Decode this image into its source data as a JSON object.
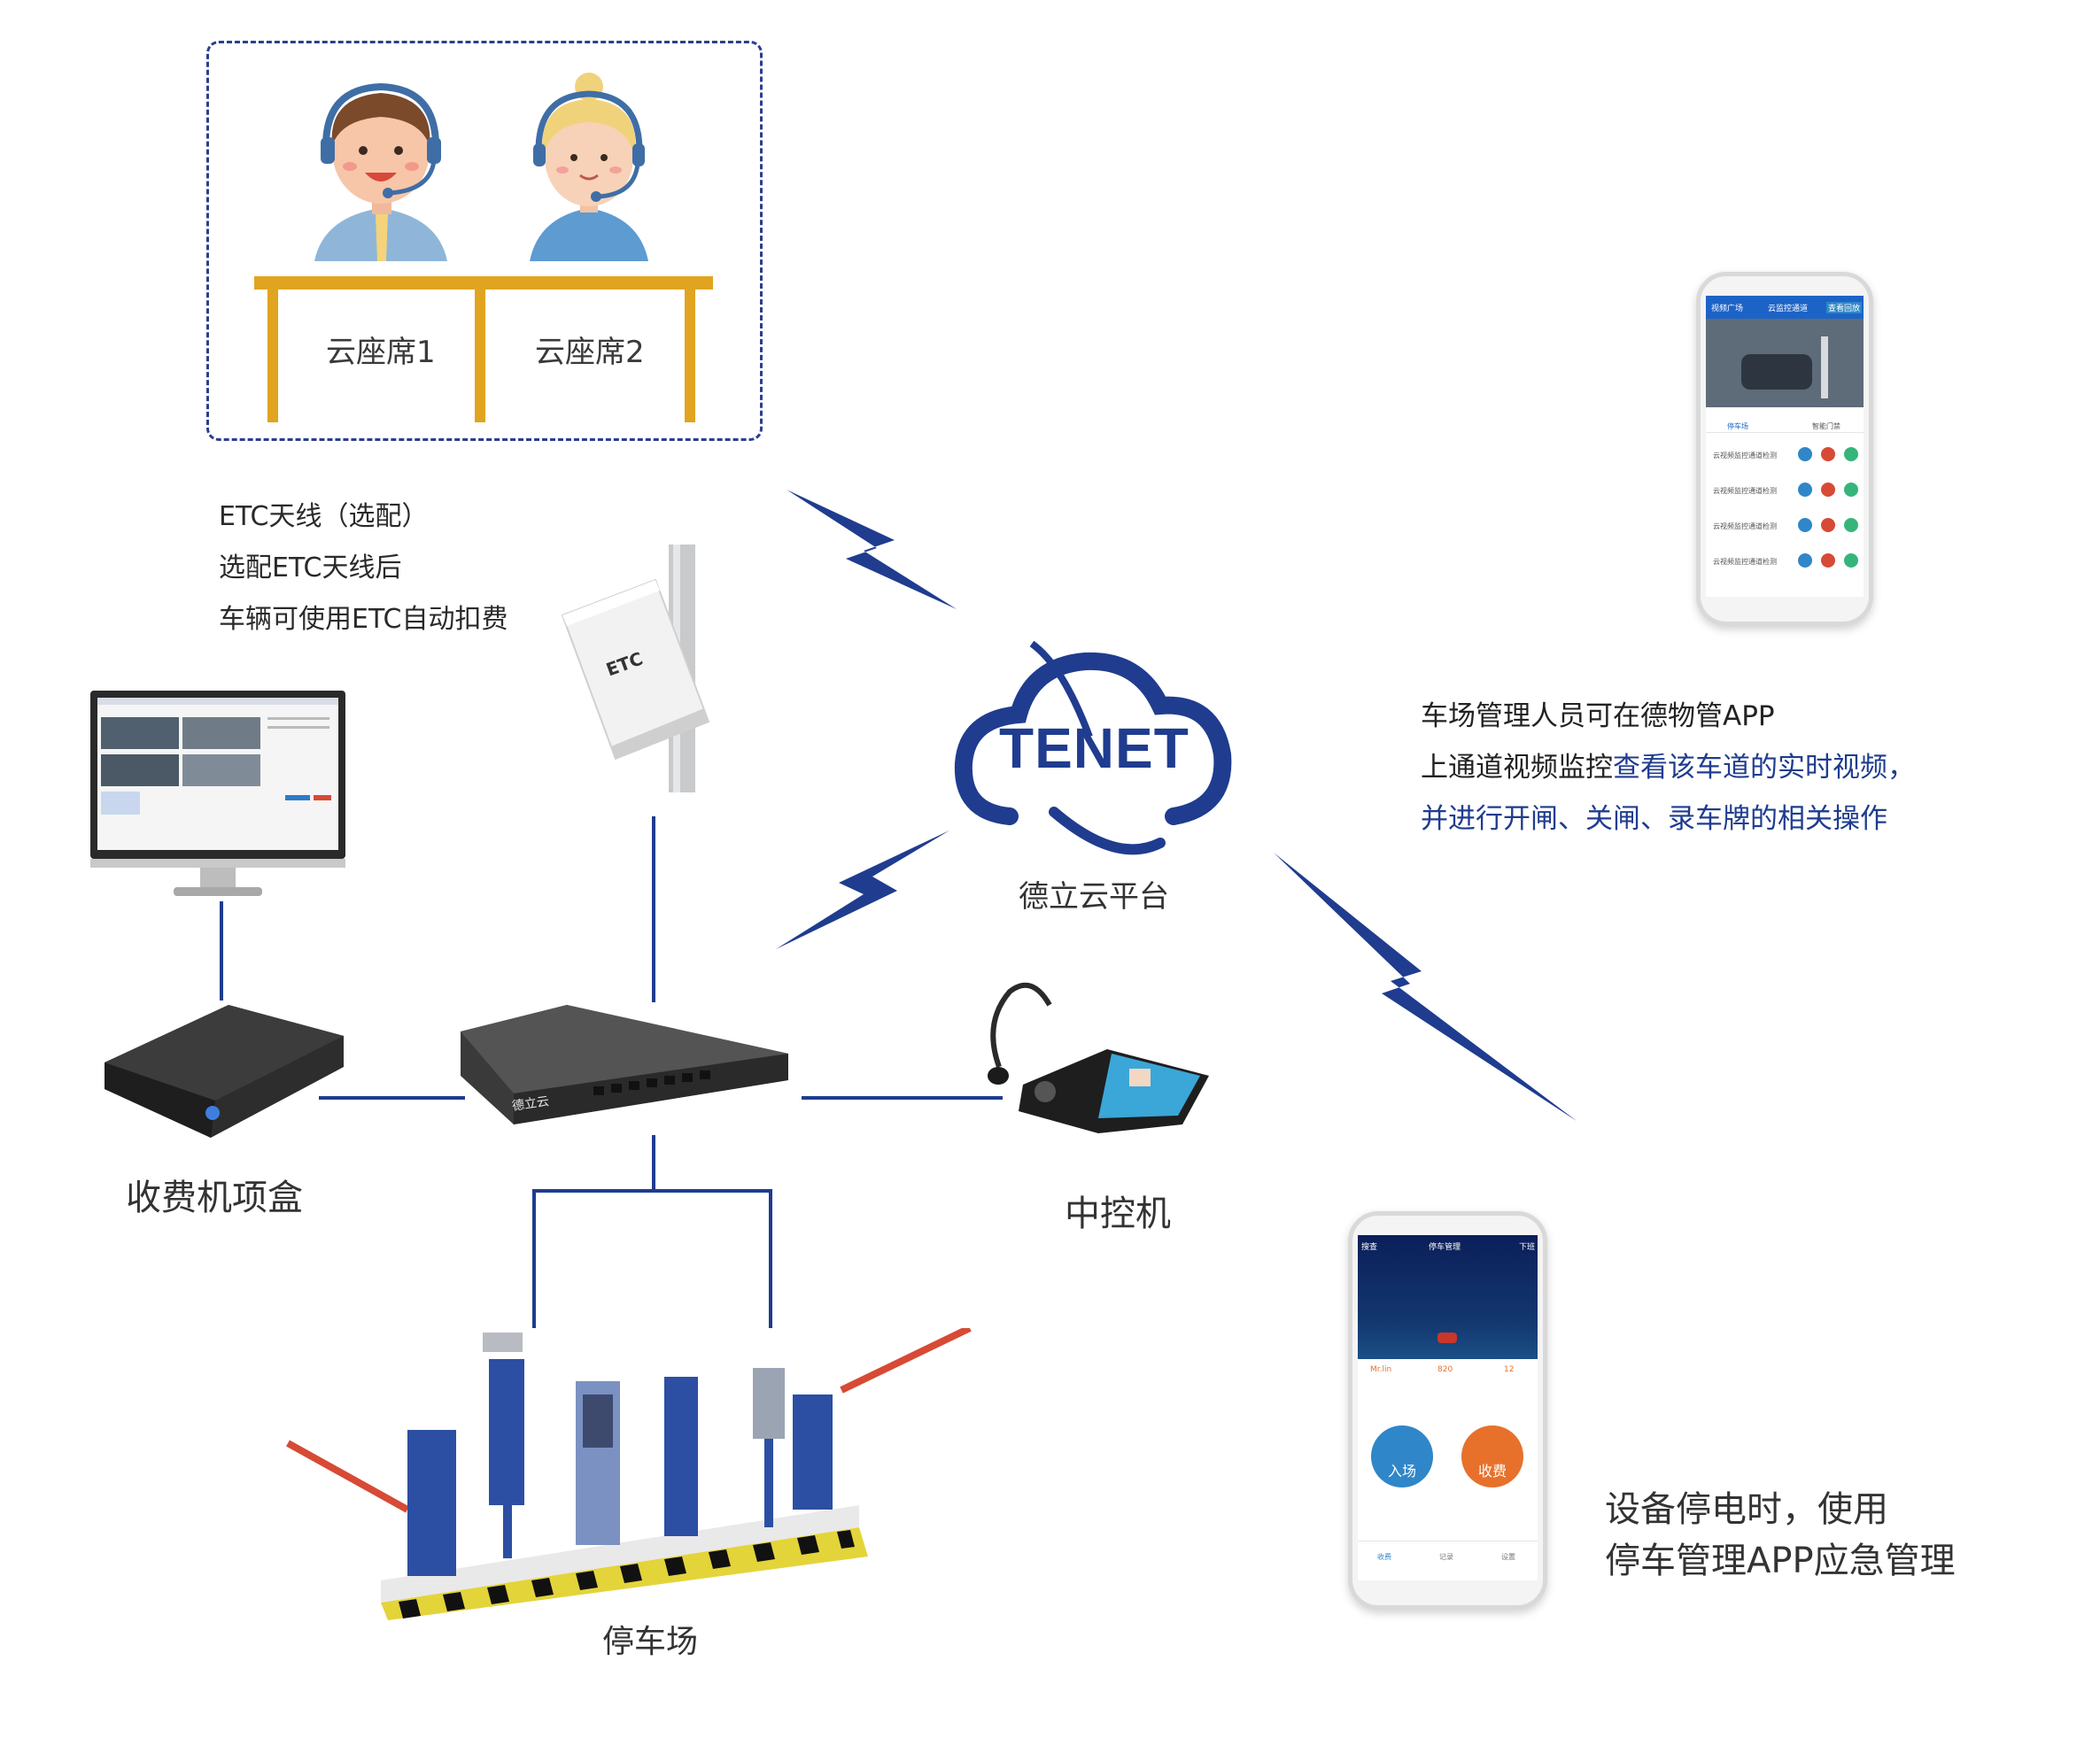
{
  "colors": {
    "brand_blue": "#1f3c8f",
    "line_blue": "#1f3c8f",
    "desk": "#e1a420",
    "device_dark": "#2f2f2f",
    "kiosk_blue": "#2c4fa3",
    "barrier_red": "#d74a35",
    "app_blue": "#2f86c8",
    "app_orange": "#e7712b"
  },
  "seats": {
    "seat1": "云座席1",
    "seat2": "云座席2"
  },
  "etc_note": {
    "line1": "ETC天线（选配）",
    "line2": "选配ETC天线后",
    "line3": "车辆可使用ETC自动扣费"
  },
  "etc_antenna_label": "ETC",
  "cloud": {
    "logo_text": "TENET",
    "name": "德立云平台"
  },
  "devices": {
    "toll_box": "收费机项盒",
    "central_controller": "中控机",
    "parking_lot": "停车场"
  },
  "manager_note": {
    "line1": "车场管理人员可在德物管APP",
    "line2_plain": "上通道视频监控",
    "line2_highlight": "查看该车道的实时视频，",
    "line3": "并进行开闸、关闸、录车牌的相关操作"
  },
  "emergency_note": {
    "line1": "设备停电时，使用",
    "line2": "停车管理APP应急管理"
  },
  "phone_top": {
    "back_label": "视频广场",
    "title": "云监控通道",
    "action": "查看回放",
    "tabs": [
      "停车场",
      "智能门禁"
    ],
    "rows": [
      "云视频监控通道检测",
      "云视频监控通道检测",
      "云视频监控通道检测",
      "云视频监控通道检测"
    ]
  },
  "phone_bottom": {
    "left": "搜查",
    "title": "停车管理",
    "right": "下班",
    "stats": [
      "Mr.lin",
      "820",
      "12"
    ],
    "btn_in": "入场",
    "btn_fee": "收费",
    "nav": [
      "收费",
      "记录",
      "设置"
    ]
  },
  "router_brand": "德立云"
}
